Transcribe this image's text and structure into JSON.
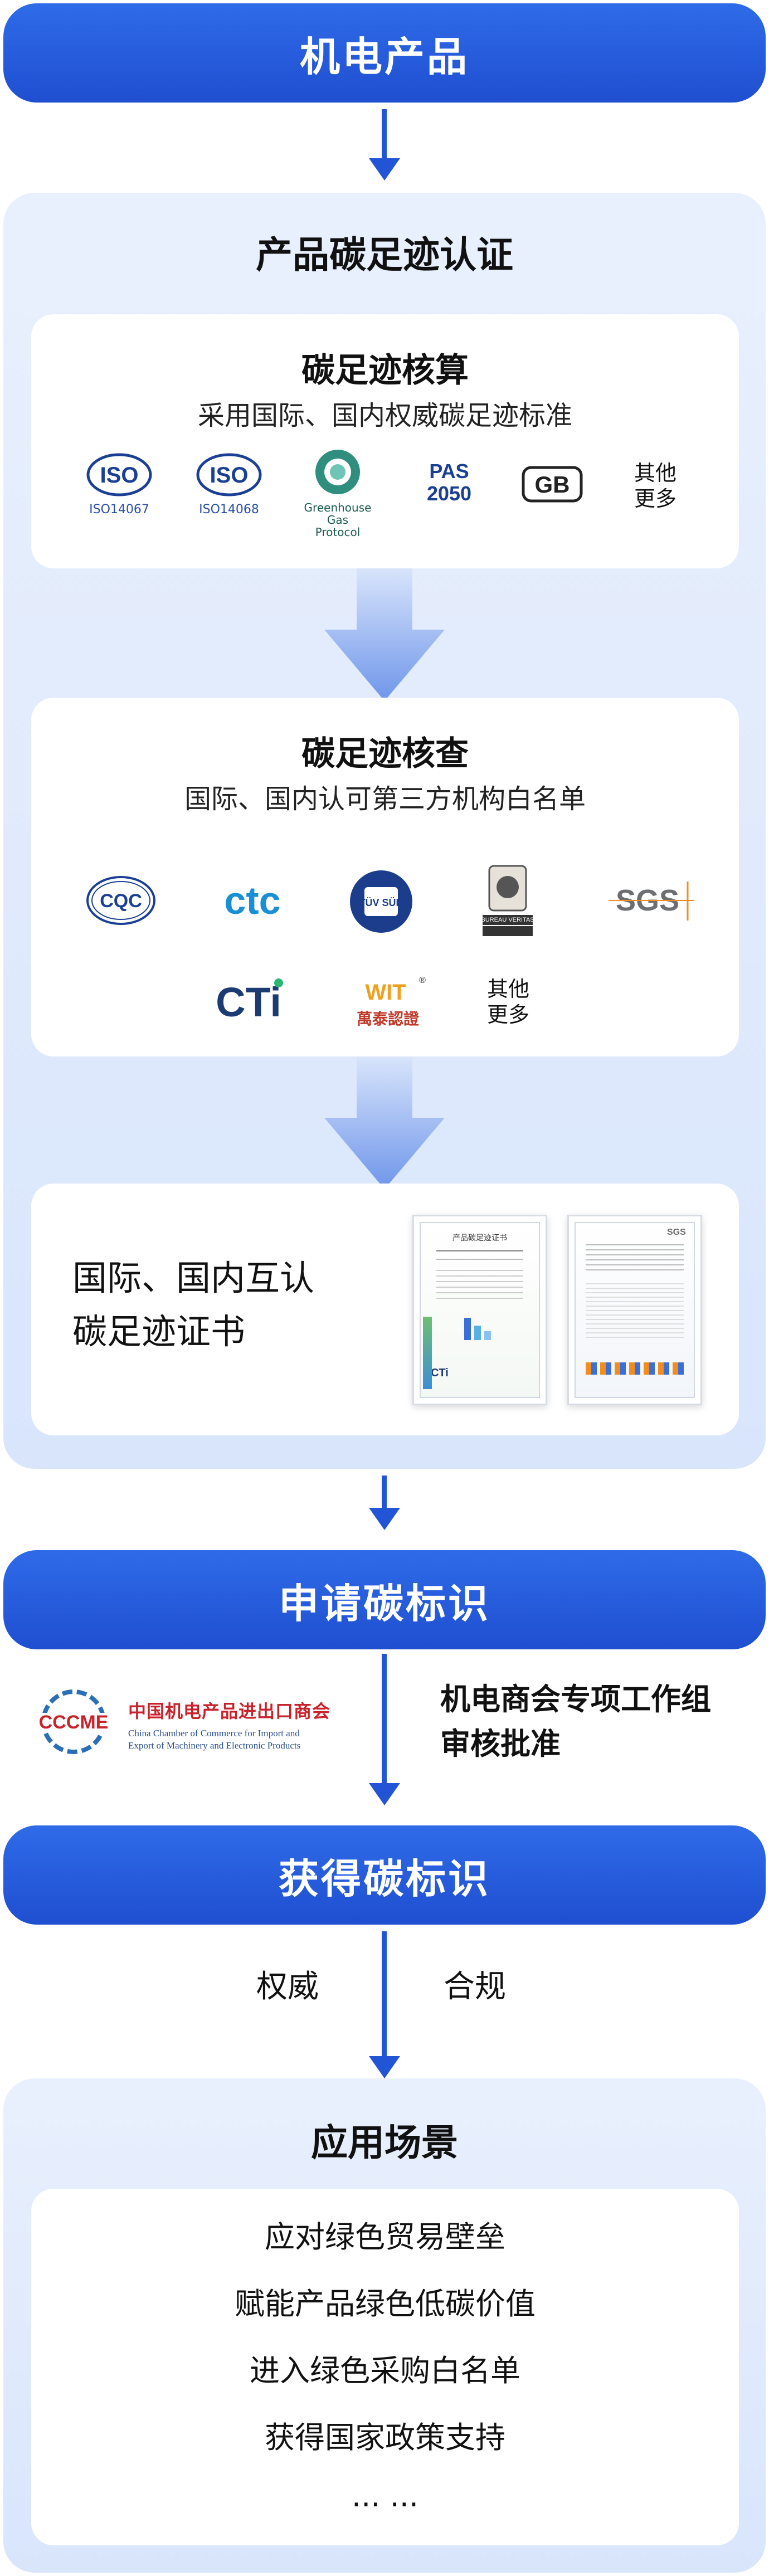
{
  "top_pill": "机电产品",
  "section1": {
    "title": "产品碳足迹认证",
    "card1": {
      "title": "碳足迹核算",
      "subtitle": "采用国际、国内权威碳足迹标准",
      "logos": [
        {
          "name": "ISO",
          "caption": "ISO14067"
        },
        {
          "name": "ISO",
          "caption": "ISO14068"
        },
        {
          "name": "Greenhouse Gas Protocol",
          "caption": "Greenhouse Gas\nProtocol"
        },
        {
          "name": "PAS 2050",
          "line1": "PAS",
          "line2": "2050"
        },
        {
          "name": "GB",
          "text": "GB"
        }
      ],
      "other": [
        "其他",
        "更多"
      ]
    },
    "card2": {
      "title": "碳足迹核查",
      "subtitle": "国际、国内认可第三方机构白名单",
      "logos_row1": [
        "CQC",
        "ctc",
        "TÜV SÜD",
        "BUREAU VERITAS",
        "SGS"
      ],
      "logos_row2": [
        "CTi",
        "WIT 萬泰認證"
      ],
      "other": [
        "其他",
        "更多"
      ]
    },
    "card3": {
      "text_line1": "国际、国内互认",
      "text_line2": "碳足迹证书",
      "cert1_title": "产品碳足迹证书",
      "cert1_logo": "CTi",
      "cert2_logo": "SGS"
    }
  },
  "apply_pill": "申请碳标识",
  "cccme": {
    "logo_text": "CCCME",
    "name_cn": "中国机电产品进出口商会",
    "name_en_line1": "China Chamber of Commerce for Import and",
    "name_en_line2": "Export of Machinery and Electronic Products",
    "approval_line1": "机电商会专项工作组",
    "approval_line2": "审核批准"
  },
  "get_pill": "获得碳标识",
  "labels": {
    "left": "权威",
    "right": "合规"
  },
  "section2": {
    "title": "应用场景",
    "items": [
      "应对绿色贸易壁垒",
      "赋能产品绿色低碳价值",
      "进入绿色采购白名单",
      "获得国家政策支持",
      "... ..."
    ]
  },
  "colors": {
    "primary": "#2255d6",
    "section_bg": "#e3ecfc",
    "card_bg": "#ffffff"
  }
}
